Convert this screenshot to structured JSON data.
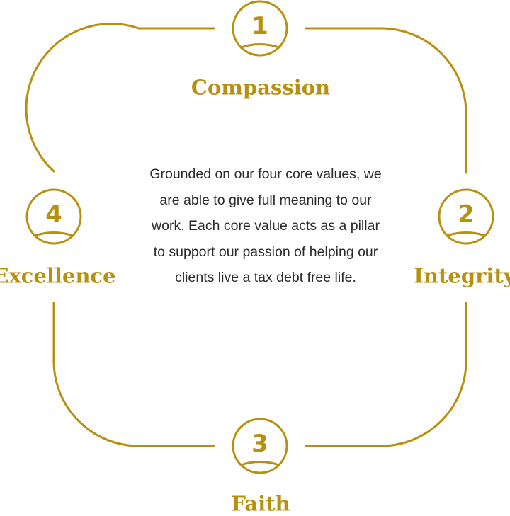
{
  "accent_color": "#b8900f",
  "center_text": "Grounded on our four core values, we are able to give full meaning to our work. Each core value acts as a pillar to support our passion of helping our clients live a tax debt free life.",
  "values": [
    {
      "number": "1",
      "label": "Compassion"
    },
    {
      "number": "2",
      "label": "Integrity"
    },
    {
      "number": "3",
      "label": "Faith"
    },
    {
      "number": "4",
      "label": "Excellence"
    }
  ]
}
